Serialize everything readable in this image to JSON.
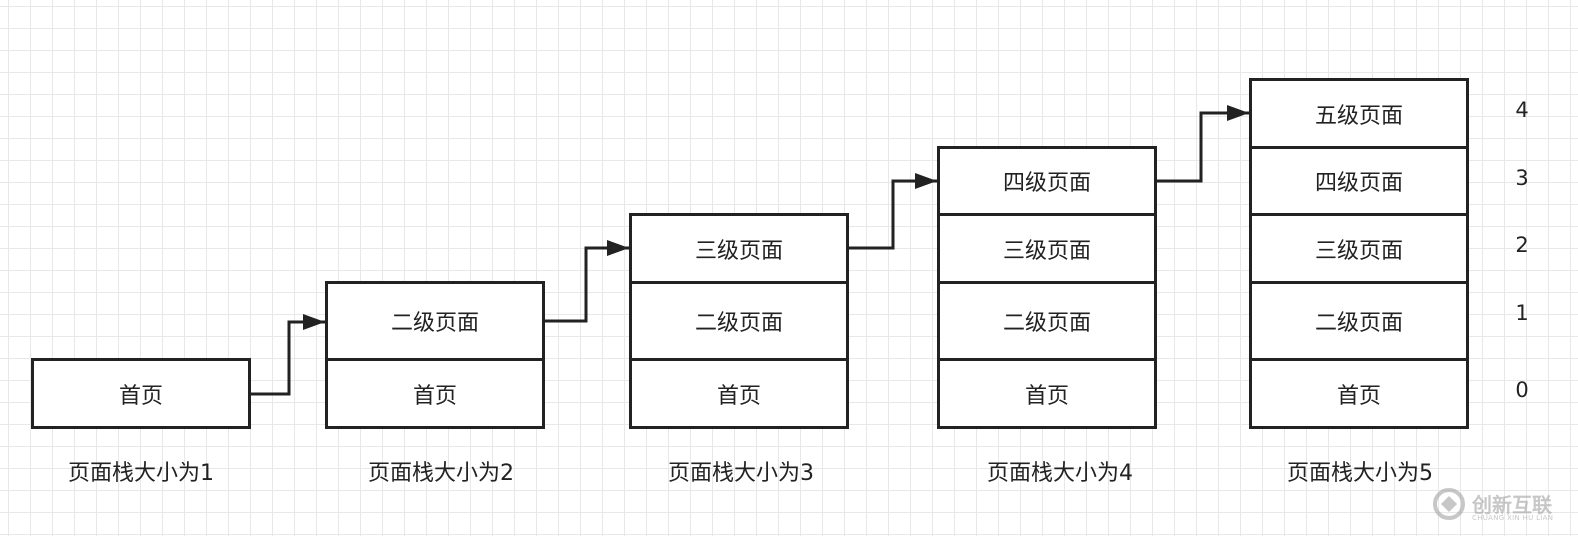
{
  "stacks": [
    {
      "label": "页面栈大小为1",
      "pages": [
        "首页"
      ]
    },
    {
      "label": "页面栈大小为2",
      "pages": [
        "二级页面",
        "首页"
      ]
    },
    {
      "label": "页面栈大小为3",
      "pages": [
        "三级页面",
        "二级页面",
        "首页"
      ]
    },
    {
      "label": "页面栈大小为4",
      "pages": [
        "四级页面",
        "三级页面",
        "二级页面",
        "首页"
      ]
    },
    {
      "label": "页面栈大小为5",
      "pages": [
        "五级页面",
        "四级页面",
        "三级页面",
        "二级页面",
        "首页"
      ]
    }
  ],
  "indices": [
    "4",
    "3",
    "2",
    "1",
    "0"
  ],
  "watermark": {
    "text": "创新互联",
    "subtext": "CHUANG XIN HU LIAN"
  },
  "colors": {
    "stroke": "#222222",
    "grid": "#e8e8e8",
    "watermark": "#9a9a9a"
  }
}
